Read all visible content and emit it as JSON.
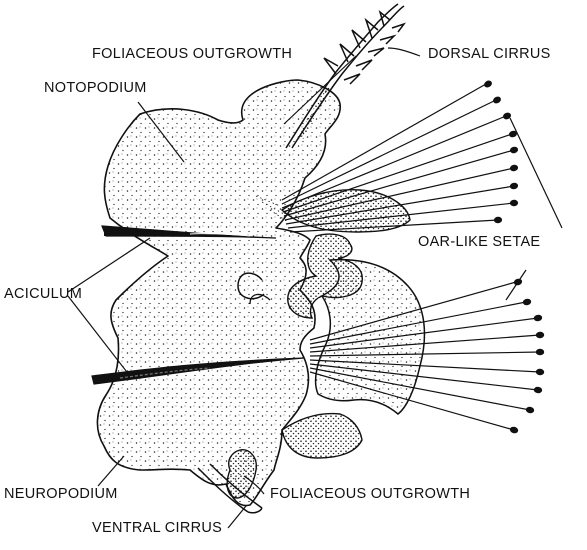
{
  "diagram": {
    "labels": {
      "foliaceous_outgrowth_top": "FOLIACEOUS OUTGROWTH",
      "dorsal_cirrus": "DORSAL CIRRUS",
      "notopodium": "NOTOPODIUM",
      "oar_like_setae": "OAR-LIKE SETAE",
      "aciculum": "ACICULUM",
      "neuropodium": "NEUROPODIUM",
      "foliaceous_outgrowth_bottom": "FOLIACEOUS OUTGROWTH",
      "ventral_cirrus": "VENTRAL CIRRUS"
    },
    "colors": {
      "ink": "#111111",
      "paper": "#ffffff"
    }
  }
}
